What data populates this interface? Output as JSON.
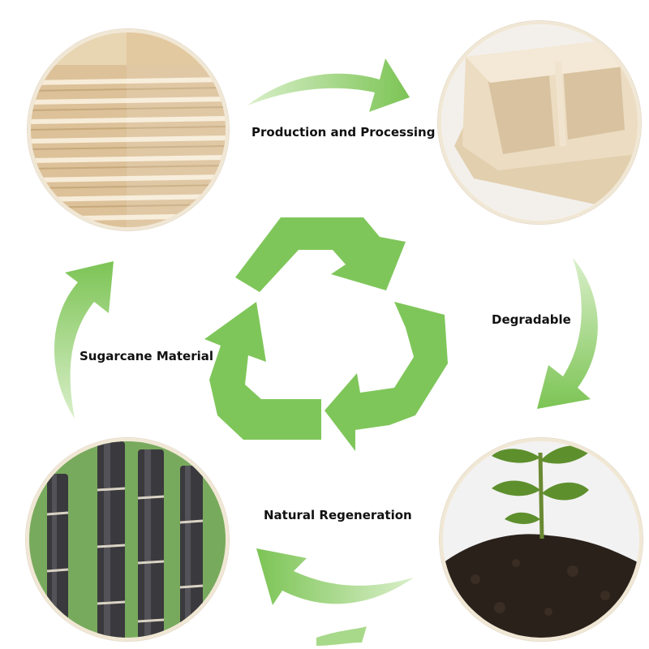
{
  "labels": {
    "production": "Production and Processing",
    "degradable": "Degradable",
    "sugarcane": "Sugarcane Material",
    "regeneration": "Natural Regeneration"
  },
  "colors": {
    "recycle_green": "#7fc65a",
    "arrow_green": "#86c95d",
    "arrow_light": "#c9e8b2",
    "plywood_base": "#e7d2ad",
    "bagasse_container": "#ead9bf",
    "soil": "#2a211b",
    "seedling_leaf": "#5e8f2d",
    "sugarcane_stalk": "#3b3a3e",
    "sugarcane_bg": "#5a9a3c"
  },
  "icons": {
    "center": "recycle-icon",
    "cycle_arrows": "curved-arrow-icon"
  }
}
